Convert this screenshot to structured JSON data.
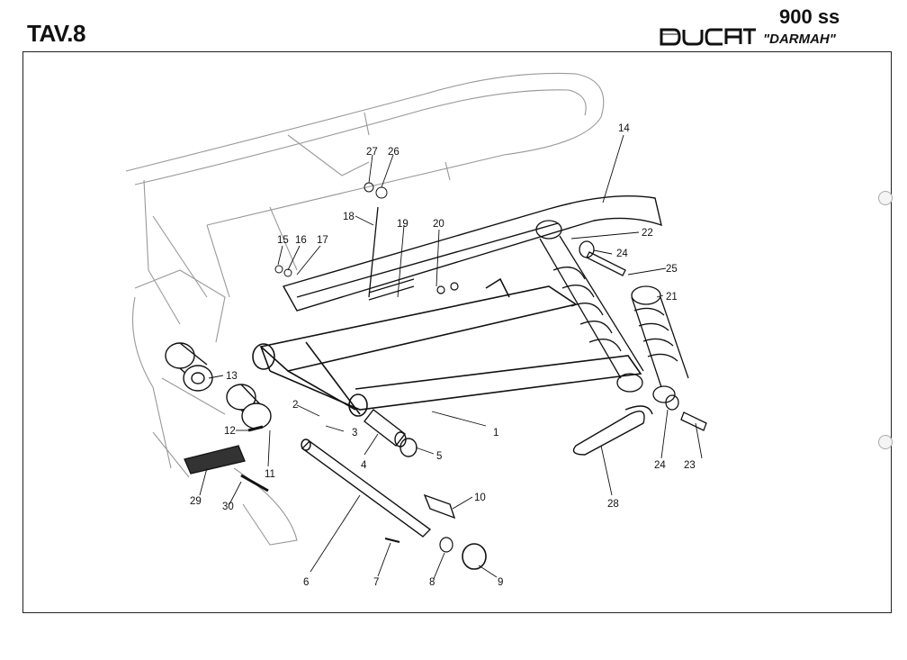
{
  "header": {
    "plate": "TAV.8",
    "model": "900 ss",
    "brand": "DUCATI",
    "variant": "\"DARMAH\""
  },
  "callouts": [
    "1",
    "2",
    "3",
    "4",
    "5",
    "6",
    "7",
    "8",
    "9",
    "10",
    "11",
    "12",
    "13",
    "14",
    "15",
    "16",
    "17",
    "18",
    "19",
    "20",
    "21",
    "22",
    "23",
    "24",
    "25",
    "26",
    "27",
    "28",
    "29",
    "30"
  ]
}
